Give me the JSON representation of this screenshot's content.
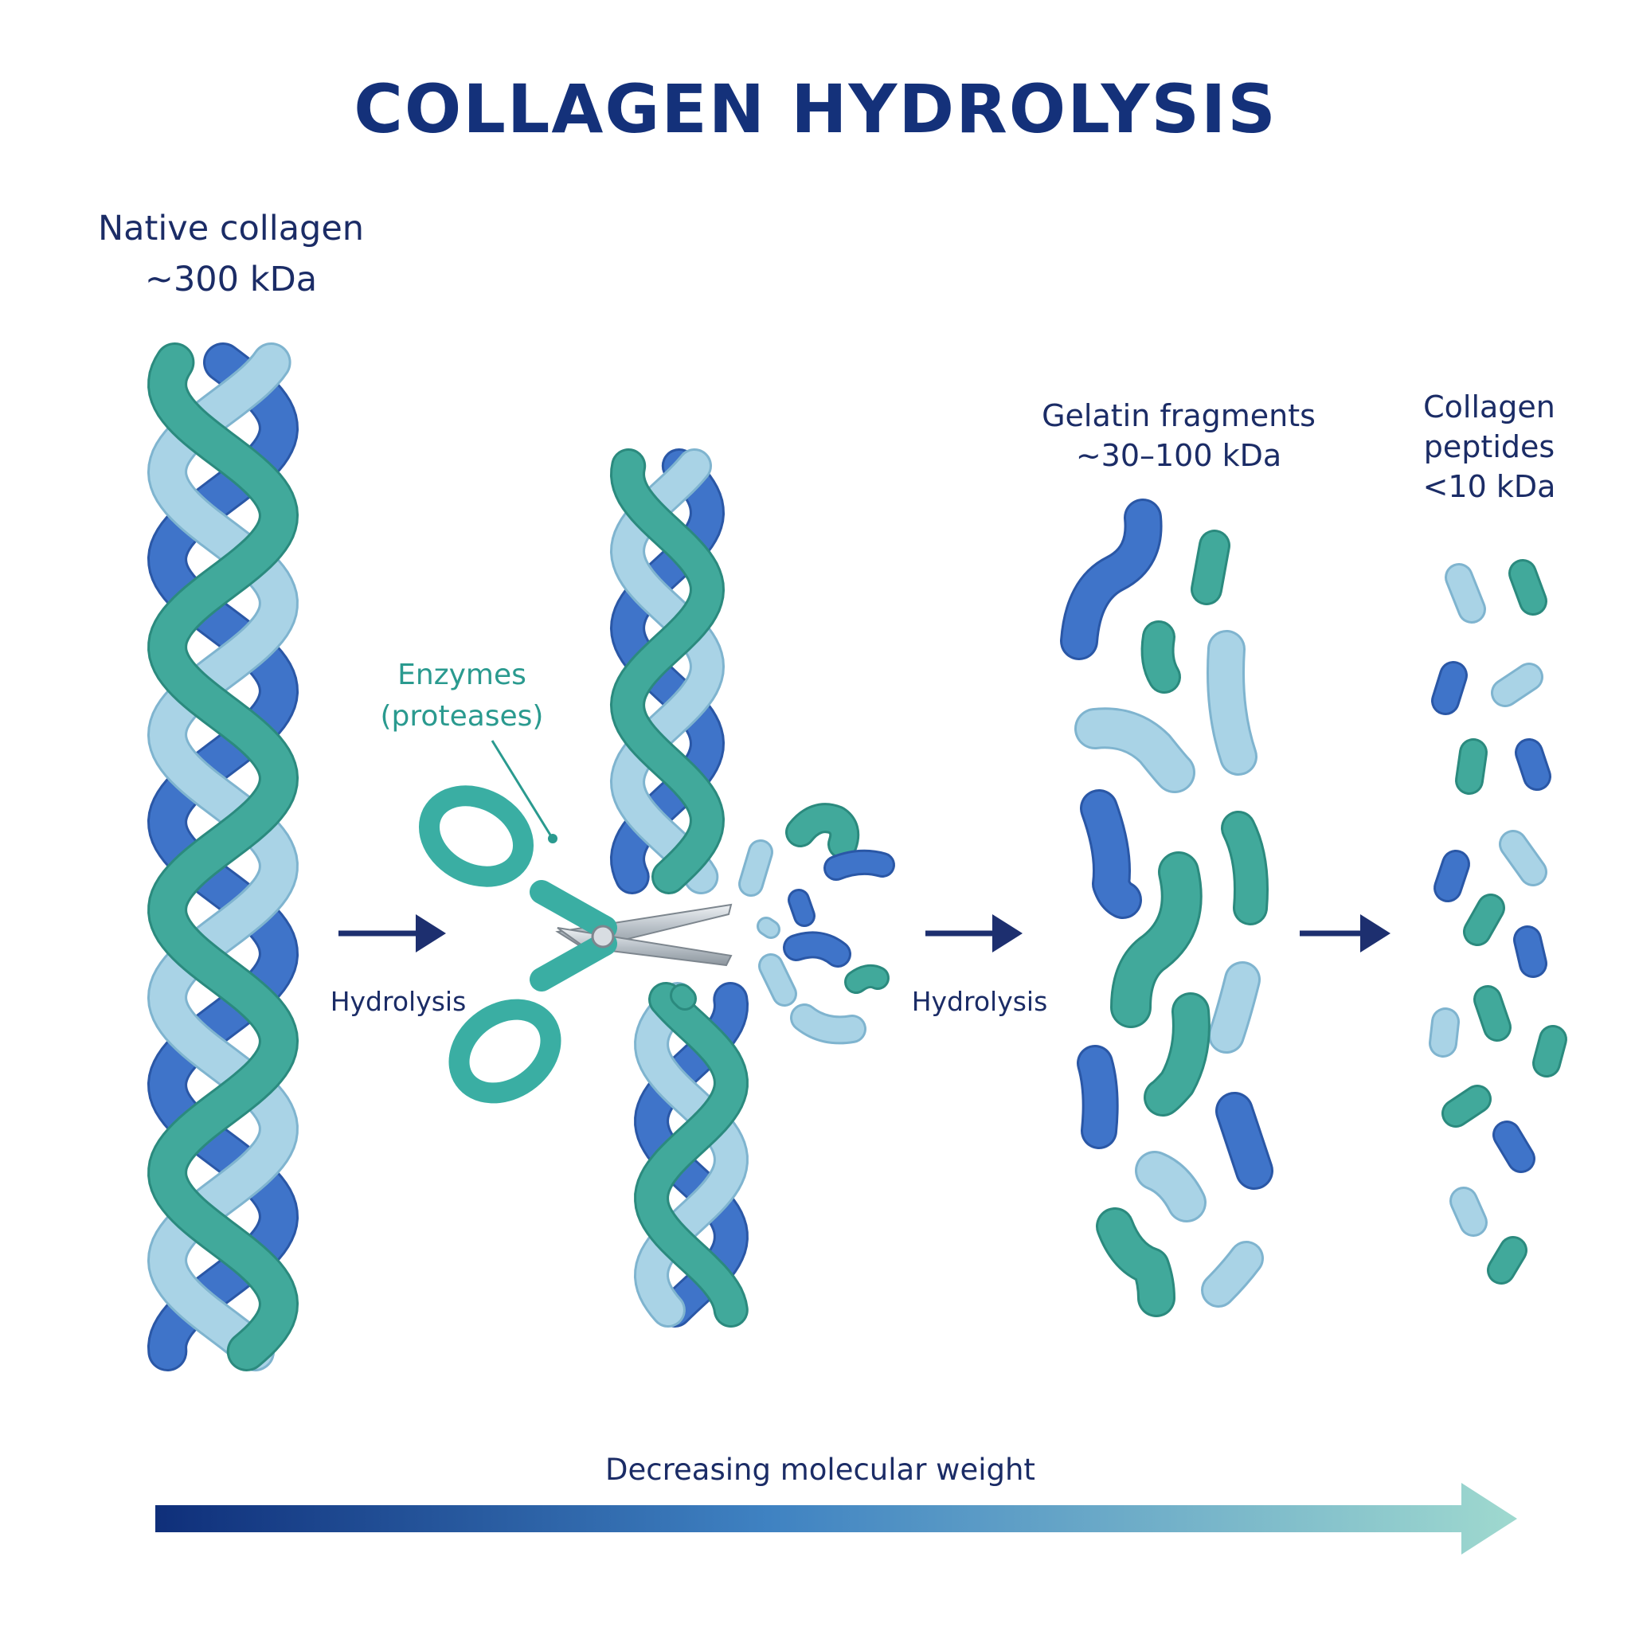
{
  "title": "COLLAGEN HYDROLYSIS",
  "stages": {
    "native": {
      "name": "Native collagen",
      "mass": "~300 kDa"
    },
    "gelatin": {
      "name": "Gelatin fragments",
      "mass": "~30–100 kDa"
    },
    "peptides": {
      "name_line1": "Collagen",
      "name_line2": "peptides",
      "mass": "<10 kDa"
    }
  },
  "enzyme": {
    "line1": "Enzymes",
    "line2": "(proteases)"
  },
  "process_labels": {
    "step1": "Hydrolysis",
    "step2": "Hydrolysis"
  },
  "gradient_axis": {
    "label": "Decreasing molecular weight"
  },
  "colors": {
    "title": "#14317a",
    "arrow": "#1d2f6f",
    "strand_blue": "#3f74c9",
    "strand_light": "#a9d3e6",
    "strand_teal": "#41a99b",
    "scissors": "#3aaea3",
    "gradient_start": "#0f2f7a",
    "gradient_end": "#9fd9cf"
  }
}
